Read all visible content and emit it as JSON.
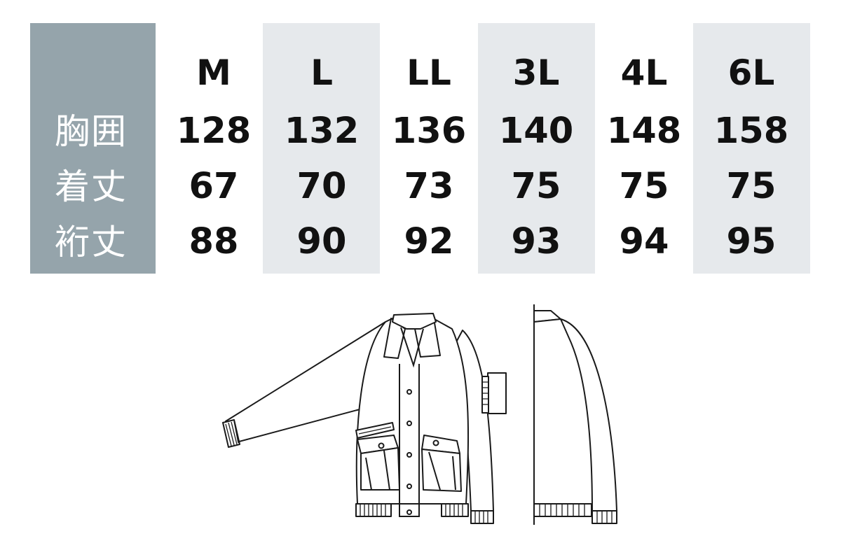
{
  "size_table": {
    "sizes": [
      "M",
      "L",
      "LL",
      "3L",
      "4L",
      "6L"
    ],
    "rows": [
      {
        "label": "胸囲",
        "values": [
          "128",
          "132",
          "136",
          "140",
          "148",
          "158"
        ]
      },
      {
        "label": "着丈",
        "values": [
          "67",
          "70",
          "73",
          "75",
          "75",
          "75"
        ]
      },
      {
        "label": "裄丈",
        "values": [
          "88",
          "90",
          "92",
          "93",
          "94",
          "95"
        ]
      }
    ]
  },
  "colors": {
    "label_column": "#95a4ab",
    "shaded_column": "#e6e9ec",
    "text": "#111111"
  }
}
